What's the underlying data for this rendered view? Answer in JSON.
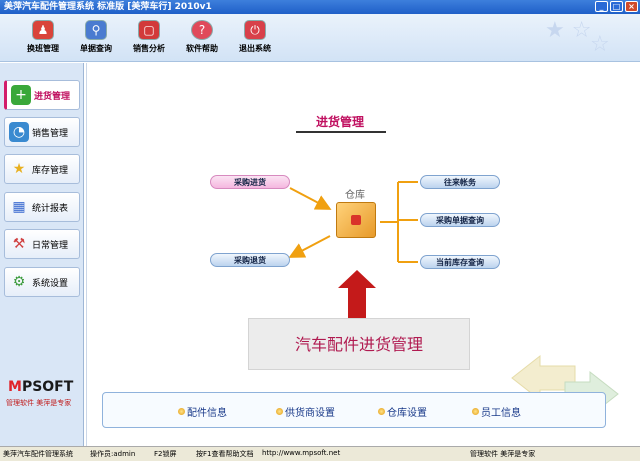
{
  "window": {
    "title": "美萍汽车配件管理系统 标准版 [美萍车行] 2010v1"
  },
  "toolbar": {
    "items": [
      {
        "label": "换班管理",
        "icon": "users-icon",
        "color": "#d9443a"
      },
      {
        "label": "单据查询",
        "icon": "magnifier-icon",
        "color": "#4a7bd0"
      },
      {
        "label": "销售分析",
        "icon": "chart-icon",
        "color": "#d23a3a"
      },
      {
        "label": "软件帮助",
        "icon": "help-icon",
        "color": "#e04a5a"
      },
      {
        "label": "退出系统",
        "icon": "power-icon",
        "color": "#d8404a"
      }
    ]
  },
  "sidebar": {
    "items": [
      {
        "label": "进货管理",
        "icon": "plus-icon",
        "active": true
      },
      {
        "label": "销售管理",
        "icon": "pie-chart-icon",
        "active": false
      },
      {
        "label": "库存管理",
        "icon": "star-icon",
        "active": false
      },
      {
        "label": "统计报表",
        "icon": "bars-icon",
        "active": false
      },
      {
        "label": "日常管理",
        "icon": "tools-icon",
        "active": false
      },
      {
        "label": "系统设置",
        "icon": "gear-icon",
        "active": false
      }
    ],
    "logo": {
      "m_part": "M",
      "rest": "PSOFT",
      "slogan": "管理软件 美萍是专家"
    }
  },
  "main": {
    "title": "进货管理",
    "purchase_in": "采购进货",
    "purchase_return": "采购退货",
    "warehouse": "仓库",
    "accounts": "往来帐务",
    "purchase_query": "采购单据查询",
    "stock_query": "当前库存查询",
    "banner": "汽车配件进货管理",
    "links": [
      "配件信息",
      "供货商设置",
      "仓库设置",
      "员工信息"
    ]
  },
  "status": {
    "app": "美萍汽车配件管理系统",
    "operator": "操作员:admin",
    "lock": "F2锁屏",
    "help": "按F1查看帮助文档",
    "url": "http://www.mpsoft.net",
    "slogan": "管理软件 美萍是专家"
  }
}
